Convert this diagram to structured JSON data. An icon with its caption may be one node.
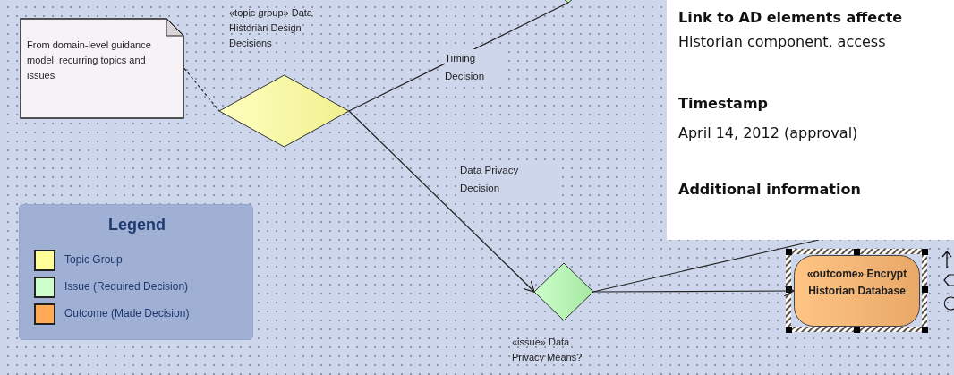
{
  "diagram": {
    "nodes": [
      {
        "text": [
          "From domain-level guidance model: recurring topics and issues"
        ]
      },
      {
        "text": [
          "«topic group» Data Historian Design Decisions"
        ]
      },
      {
        "text": [],
        "shape": "diamond"
      },
      {
        "text": [
          "«issue» Data Privacy Means?"
        ]
      },
      {
        "text": [
          "«outcome» Encrypt Historian Database"
        ]
      },
      {
        "text": [
          "Link to AD elements affecte",
          "Historian component, access",
          "Timestamp",
          "April 14, 2012 (approval)",
          "Additional information"
        ]
      }
    ],
    "edges": [
      {
        "from": 0,
        "to": 1,
        "arrow": "none",
        "style": "dashed"
      },
      {
        "from": 1,
        "to": 2,
        "arrow": "none",
        "label": "Timing Decision"
      },
      {
        "from": 1,
        "to": 3,
        "arrow": "to",
        "label": "Data Privacy Decision"
      },
      {
        "from": 3,
        "to": 4,
        "arrow": "to"
      },
      {
        "from": 3,
        "to": 5,
        "arrow": "none"
      }
    ],
    "labels": [
      "Legend"
    ],
    "legend": [
      {
        "text": "Topic Group",
        "color": "#ffff99"
      },
      {
        "text": "Issue (Required Decision)",
        "color": "#ccffcc"
      },
      {
        "text": "Outcome (Made Decision)",
        "color": "#ffaa55"
      }
    ]
  }
}
